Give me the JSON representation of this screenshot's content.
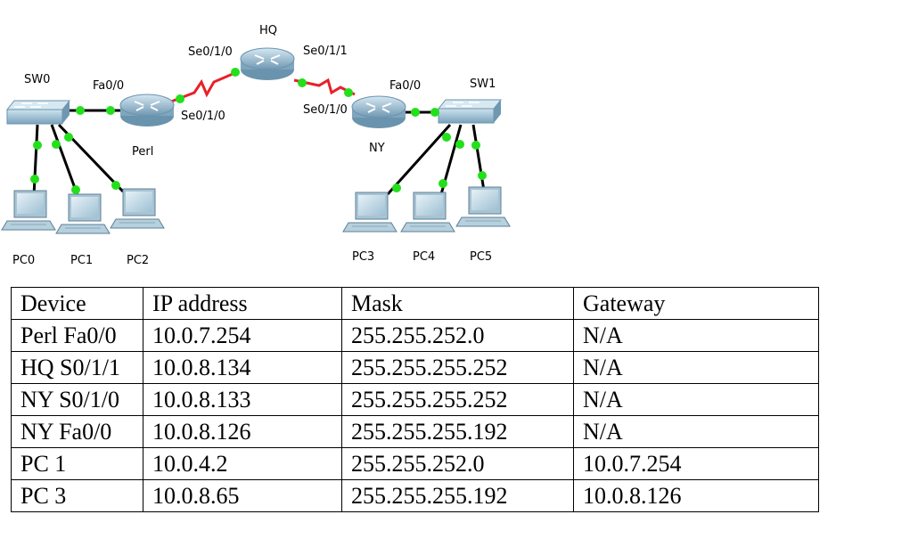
{
  "topology": {
    "devices": [
      {
        "id": "sw0",
        "type": "switch",
        "label": "SW0"
      },
      {
        "id": "perl",
        "type": "router",
        "label": "Perl"
      },
      {
        "id": "hq",
        "type": "router",
        "label": "HQ"
      },
      {
        "id": "ny",
        "type": "router",
        "label": "NY"
      },
      {
        "id": "sw1",
        "type": "switch",
        "label": "SW1"
      },
      {
        "id": "pc0",
        "type": "pc",
        "label": "PC0"
      },
      {
        "id": "pc1",
        "type": "pc",
        "label": "PC1"
      },
      {
        "id": "pc2",
        "type": "pc",
        "label": "PC2"
      },
      {
        "id": "pc3",
        "type": "pc",
        "label": "PC3"
      },
      {
        "id": "pc4",
        "type": "pc",
        "label": "PC4"
      },
      {
        "id": "pc5",
        "type": "pc",
        "label": "PC5"
      }
    ],
    "links": [
      {
        "from": "sw0",
        "to": "perl",
        "kind": "ethernet",
        "to_iface": "Fa0/0"
      },
      {
        "from": "perl",
        "to": "hq",
        "kind": "serial",
        "from_iface": "Se0/1/0",
        "to_iface": "Se0/1/0"
      },
      {
        "from": "hq",
        "to": "ny",
        "kind": "serial",
        "from_iface": "Se0/1/1",
        "to_iface": "Se0/1/0"
      },
      {
        "from": "ny",
        "to": "sw1",
        "kind": "ethernet",
        "from_iface": "Fa0/0"
      },
      {
        "from": "sw0",
        "to": "pc0",
        "kind": "ethernet"
      },
      {
        "from": "sw0",
        "to": "pc1",
        "kind": "ethernet"
      },
      {
        "from": "sw0",
        "to": "pc2",
        "kind": "ethernet"
      },
      {
        "from": "sw1",
        "to": "pc3",
        "kind": "ethernet"
      },
      {
        "from": "sw1",
        "to": "pc4",
        "kind": "ethernet"
      },
      {
        "from": "sw1",
        "to": "pc5",
        "kind": "ethernet"
      }
    ],
    "colors": {
      "ethernet": "#000000",
      "serial": "#e8202a",
      "link_up": "#22e01a",
      "device": "#8db3c8"
    }
  },
  "table": {
    "headers": [
      "Device",
      "IP address",
      "Mask",
      "Gateway"
    ],
    "rows": [
      [
        "Perl Fa0/0",
        "10.0.7.254",
        "255.255.252.0",
        "N/A"
      ],
      [
        "HQ S0/1/1",
        "10.0.8.134",
        "255.255.255.252",
        "N/A"
      ],
      [
        "NY S0/1/0",
        "10.0.8.133",
        "255.255.255.252",
        "N/A"
      ],
      [
        "NY Fa0/0",
        "10.0.8.126",
        "255.255.255.192",
        "N/A"
      ],
      [
        "PC 1",
        "10.0.4.2",
        "255.255.252.0",
        "10.0.7.254"
      ],
      [
        "PC 3",
        "10.0.8.65",
        "255.255.255.192",
        "10.0.8.126"
      ]
    ]
  }
}
